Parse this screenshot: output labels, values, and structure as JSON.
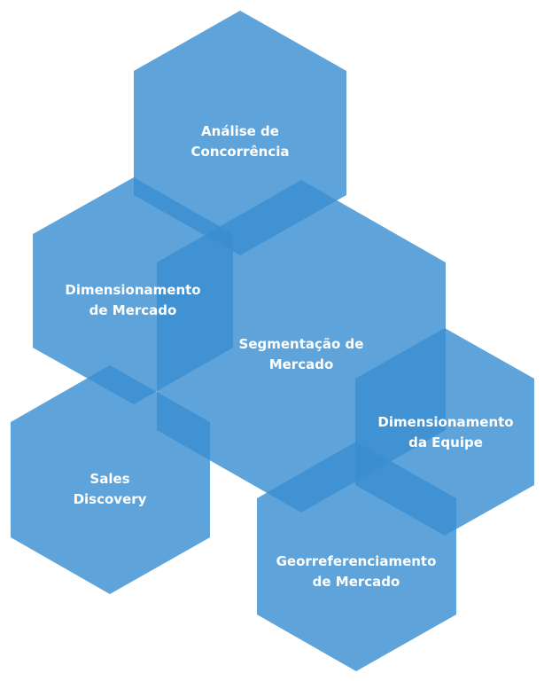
{
  "diagram": {
    "fill_color": "#3a8fd1",
    "text_color": "#ffffff",
    "nodes": [
      {
        "id": "analise",
        "lines": [
          "Análise de",
          "Concorrência"
        ]
      },
      {
        "id": "dim-mercado",
        "lines": [
          "Dimensionamento",
          "de Mercado"
        ]
      },
      {
        "id": "segmentacao",
        "lines": [
          "Segmentação de",
          "Mercado"
        ]
      },
      {
        "id": "dim-equipe",
        "lines": [
          "Dimensionamento",
          "da Equipe"
        ]
      },
      {
        "id": "sales",
        "lines": [
          "Sales",
          "Discovery"
        ]
      },
      {
        "id": "geo",
        "lines": [
          "Georreferenciamento",
          "de Mercado"
        ]
      }
    ]
  }
}
